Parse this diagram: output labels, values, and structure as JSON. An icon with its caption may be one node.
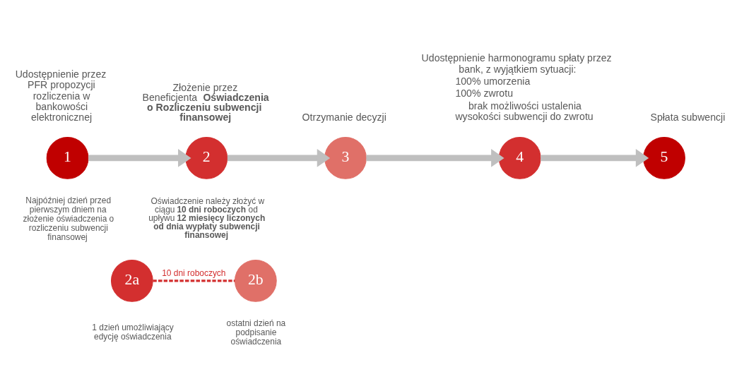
{
  "diagram": {
    "nodes": [
      {
        "text": [
          "1"
        ],
        "beside": [
          "Udostępnienie przez PFR propozycji rozliczenia w bankowości elektronicznej",
          "Najpóźniej dzień przed pierwszym dniem na złożenie oświadczenia o rozliczeniu subwencji finansowej"
        ]
      },
      {
        "text": [
          "2"
        ],
        "beside": [
          "Złożenie przez Beneficjenta **Oświadczenia o Rozliczeniu subwencji finansowej**",
          "Oświadczenie należy złożyć w ciągu **10 dni roboczych** od upływu **12 miesięcy liczonych od dnia wypłaty subwencji finansowej**"
        ]
      },
      {
        "text": [
          "3"
        ],
        "beside": [
          "Otrzymanie decyzji"
        ]
      },
      {
        "text": [
          "4"
        ],
        "beside": [
          "Udostępnienie harmonogramu spłaty przez bank, z wyjątkiem sytuacji:",
          "100% umorzenia",
          "100% zwrotu",
          "brak możliwości ustalenia wysokości subwencji do zwrotu"
        ]
      },
      {
        "text": [
          "5"
        ],
        "beside": [
          "Spłata subwencji"
        ]
      },
      {
        "text": [
          "2a"
        ],
        "beside": [
          "1 dzień umożliwiający edycję oświadczenia"
        ]
      },
      {
        "text": [
          "2b"
        ],
        "beside": [
          "ostatni dzień na podpisanie oświadczenia"
        ]
      }
    ],
    "edges": [
      {
        "from": 0,
        "to": 1,
        "arrow": "to"
      },
      {
        "from": 1,
        "to": 2,
        "arrow": "to"
      },
      {
        "from": 2,
        "to": 3,
        "arrow": "to"
      },
      {
        "from": 3,
        "to": 4,
        "arrow": "to"
      },
      {
        "from": 5,
        "to": 6,
        "arrow": "none",
        "label": "10 dni roboczych",
        "style": "dashed",
        "color": "#d32f2f"
      }
    ]
  }
}
